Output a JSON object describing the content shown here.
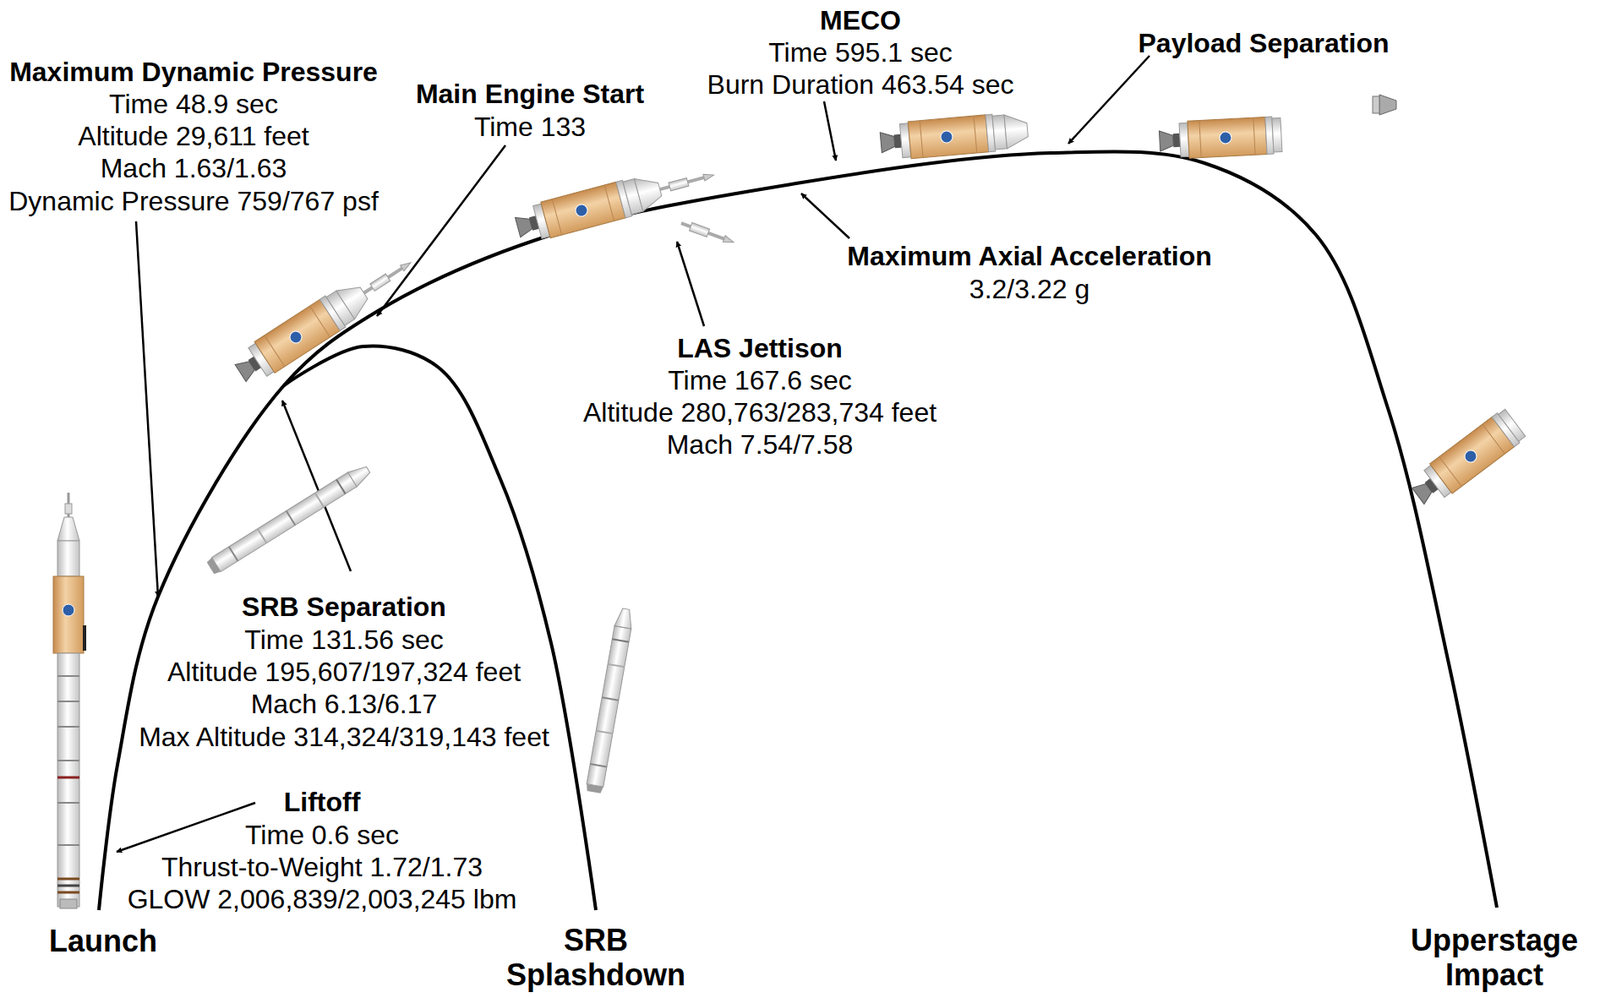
{
  "diagram": {
    "labels": [
      "Maximum Dynamic Pressure",
      "Time 48.9 sec",
      "Altitude 29,611 feet",
      "Mach 1.63/1.63",
      "Dynamic Pressure 759/767 psf",
      "Main Engine Start",
      "Time 133",
      "MECO",
      "Time 595.1 sec",
      "Burn Duration 463.54 sec",
      "Payload Separation",
      "Maximum Axial Acceleration",
      "3.2/3.22 g",
      "LAS Jettison",
      "Time 167.6 sec",
      "Altitude 280,763/283,734 feet",
      "Mach 7.54/7.58",
      "SRB Separation",
      "Time 131.56 sec",
      "Altitude 195,607/197,324 feet",
      "Mach 6.13/6.17",
      "Max Altitude 314,324/319,143 feet",
      "Liftoff",
      "Time 0.6 sec",
      "Thrust-to-Weight 1.72/1.73",
      "GLOW 2,006,839/2,003,245 lbm",
      "Launch",
      "SRB Splashdown",
      "Upperstage Impact"
    ]
  }
}
